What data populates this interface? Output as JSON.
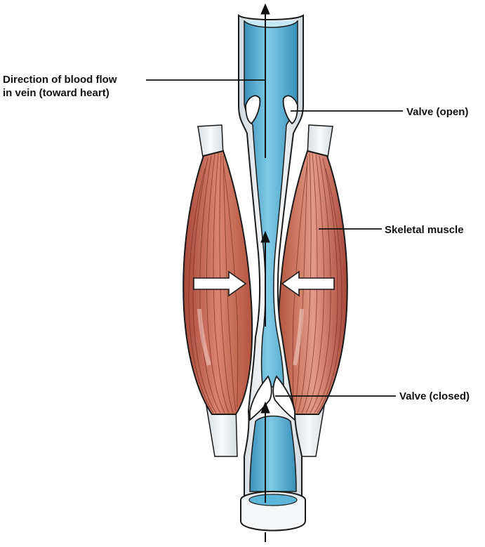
{
  "labels": {
    "direction_line1": "Direction of blood flow",
    "direction_line2": "in vein (toward heart)",
    "valve_open": "Valve (open)",
    "skeletal_muscle": "Skeletal muscle",
    "valve_closed": "Valve (closed)"
  },
  "colors": {
    "blood_light": "#a8dcee",
    "blood_mid": "#5db6d8",
    "blood_dark": "#3a8fb8",
    "muscle_light": "#f0a99a",
    "muscle_mid": "#cf6a56",
    "muscle_dark": "#8e3a2b",
    "vein_wall": "#eef3f6",
    "outline": "#1a1a1a"
  }
}
